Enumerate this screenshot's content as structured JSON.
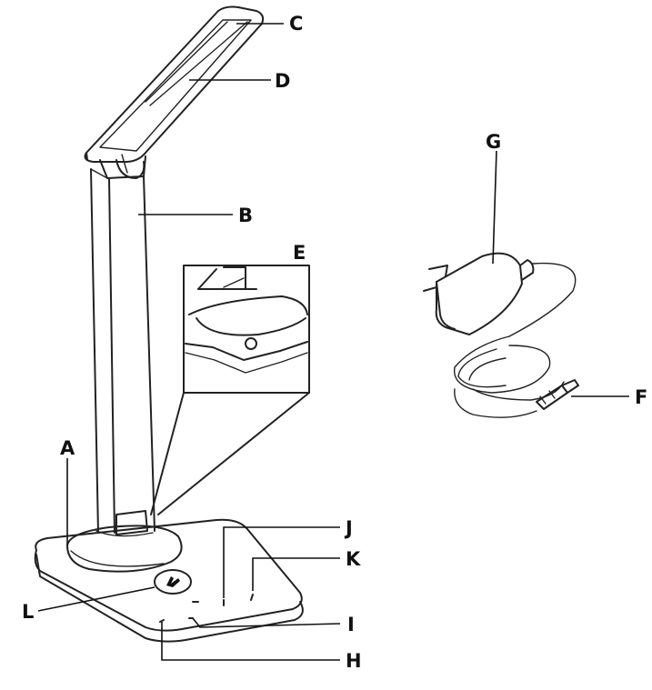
{
  "labels": {
    "a": "A",
    "b": "B",
    "c": "C",
    "d": "D",
    "e": "E",
    "f": "F",
    "g": "G",
    "h": "H",
    "i": "I",
    "j": "J",
    "k": "K",
    "l": "L"
  },
  "icons": {
    "touch_button": "hand-touch-icon"
  },
  "colors": {
    "line": "#222222",
    "background": "#ffffff"
  }
}
